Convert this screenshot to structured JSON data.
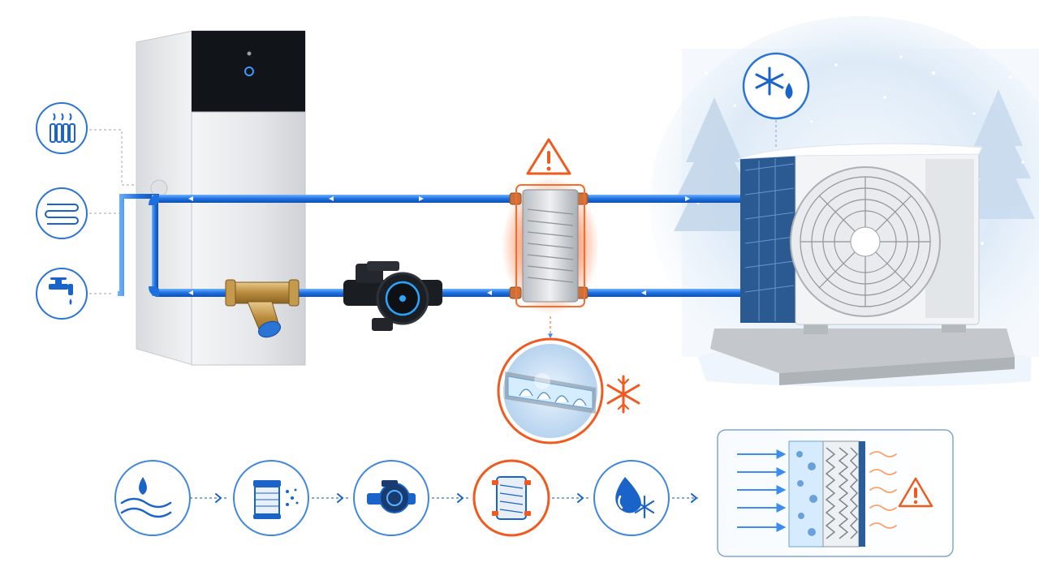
{
  "colors": {
    "pipe_blue": "#1e6fe0",
    "pipe_light": "#5aa6ff",
    "accent_blue": "#1a63c9",
    "warning_orange": "#f05a1e",
    "frost_blue": "#cfe3f7",
    "unit_gray": "#e6e8eb",
    "panel_black": "#111418"
  },
  "left_icons": [
    {
      "name": "radiator-icon"
    },
    {
      "name": "underfloor-heating-icon"
    },
    {
      "name": "water-tap-icon"
    }
  ],
  "components": [
    {
      "name": "indoor-heat-pump-unit"
    },
    {
      "name": "strainer-filter"
    },
    {
      "name": "circulation-pump"
    },
    {
      "name": "plate-heat-exchanger",
      "status": "warning"
    },
    {
      "name": "outdoor-heat-pump-unit"
    }
  ],
  "callouts": [
    {
      "name": "warning-icon"
    },
    {
      "name": "frost-droplet-icon"
    },
    {
      "name": "freezing-zoom-callout"
    },
    {
      "name": "snowflake-icon"
    }
  ],
  "process_steps": [
    {
      "name": "water-flow-step-icon"
    },
    {
      "name": "filter-step-icon"
    },
    {
      "name": "pump-step-icon"
    },
    {
      "name": "heat-exchanger-step-icon",
      "highlighted": true
    },
    {
      "name": "water-freeze-step-icon"
    }
  ],
  "cross_section_panel": {
    "name": "heat-exchanger-freeze-cross-section",
    "warning": true
  }
}
